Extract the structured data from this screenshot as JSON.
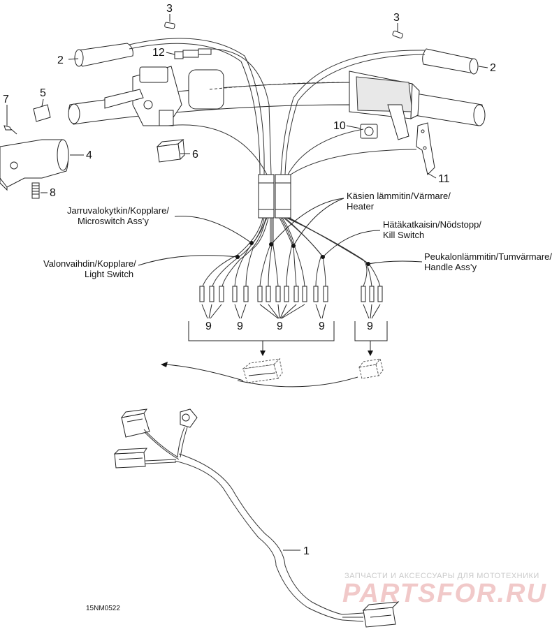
{
  "callouts": {
    "c1": "1",
    "c2_left": "2",
    "c2_right": "2",
    "c3_left": "3",
    "c3_right": "3",
    "c4": "4",
    "c5": "5",
    "c6": "6",
    "c7": "7",
    "c8": "8",
    "c9_a": "9",
    "c9_b": "9",
    "c9_c": "9",
    "c9_d": "9",
    "c9_e": "9",
    "c10": "10",
    "c11": "11",
    "c12": "12"
  },
  "labels": {
    "heater_1": "Käsien lämmitin/Värmare/",
    "heater_2": "Heater",
    "brake_1": "Jarruvalokytkin/Kopplare/",
    "brake_2": "Microswitch Ass’y",
    "kill_1": "Hätäkatkaisin/Nödstopp/",
    "kill_2": "Kill Switch",
    "light_1": "Valonvaihdin/Kopplare/",
    "light_2": "Light Switch",
    "thumb_1": "Peukalonlämmitin/Tumvärmare/",
    "thumb_2": "Handle Ass’y"
  },
  "figure_code": "15NM0522",
  "watermark": {
    "line1": "ЗАПЧАСТИ И АКСЕССУАРЫ ДЛЯ МОТОТЕХНИКИ",
    "line2": "PARTSFOR.RU"
  }
}
